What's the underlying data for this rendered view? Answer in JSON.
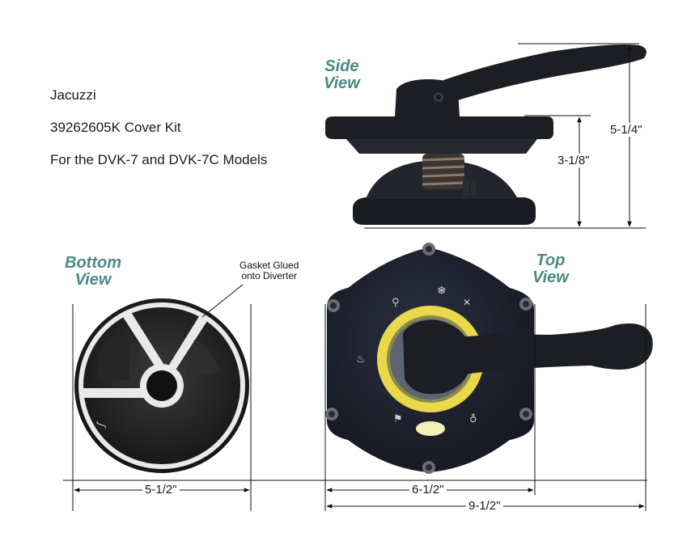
{
  "info": {
    "brand": "Jacuzzi",
    "part": "39262605K Cover Kit",
    "models": "For the DVK-7 and DVK-7C  Models"
  },
  "views": {
    "side_line1": "Side",
    "side_line2": "View",
    "bottom_line1": "Bottom",
    "bottom_line2": "View",
    "top_line1": "Top",
    "top_line2": "View"
  },
  "annotations": {
    "gasket_line1": "Gasket Glued",
    "gasket_line2": "onto Diverter"
  },
  "dimensions": {
    "side_total_height": "5-1/4\"",
    "side_body_height": "3-1/8\"",
    "bottom_diameter": "5-1/2\"",
    "top_body_width": "6-1/2\"",
    "top_total_width": "9-1/2\""
  },
  "colors": {
    "label_teal": "#4a8a84",
    "valve_black": "#1c1e24",
    "valve_blue_black": "#23262f",
    "ring_yellow": "#e8d84a",
    "gasket_white": "#e9e9e9"
  }
}
